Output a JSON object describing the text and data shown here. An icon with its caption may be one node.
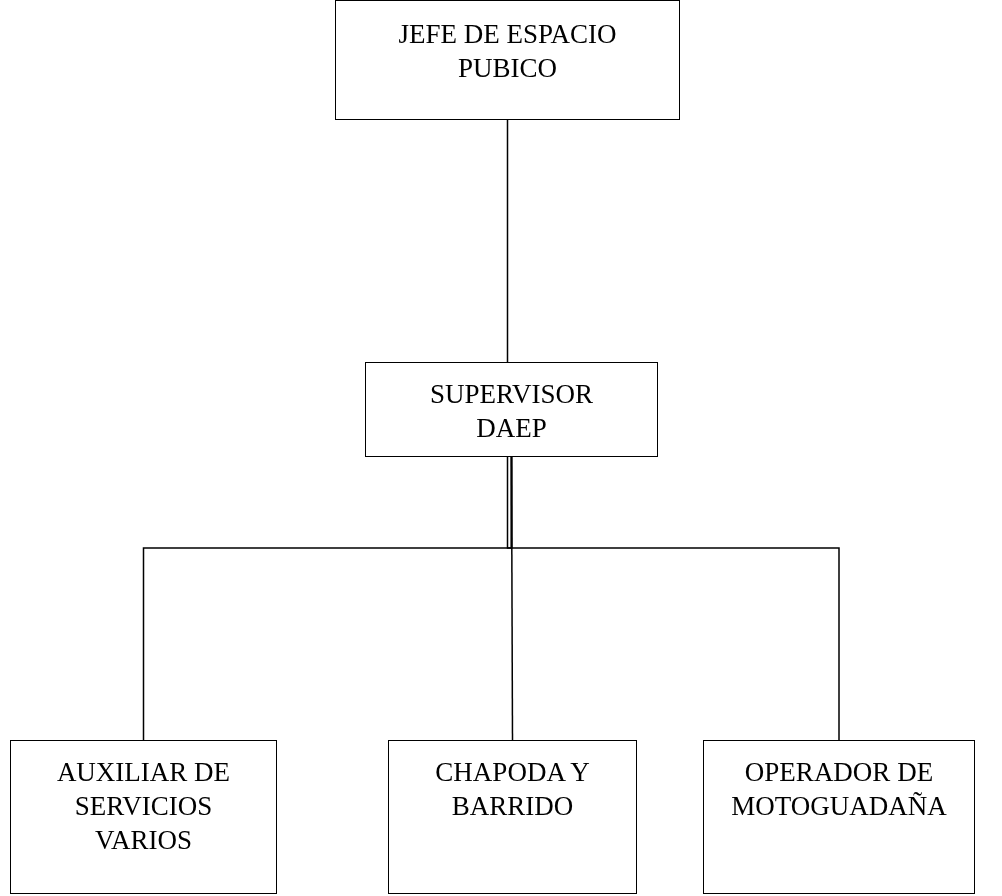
{
  "diagram": {
    "nodes": [
      {
        "text": [
          "JEFE DE ESPACIO PUBICO"
        ]
      },
      {
        "text": [
          "SUPERVISOR DAEP"
        ]
      },
      {
        "text": [
          "AUXILIAR DE SERVICIOS VARIOS"
        ]
      },
      {
        "text": [
          "CHAPODA Y BARRIDO"
        ]
      },
      {
        "text": [
          "OPERADOR DE MOTOGUADAÑA"
        ]
      }
    ],
    "edges": [
      {
        "from": 0,
        "to": 1,
        "arrow": "none"
      },
      {
        "from": 1,
        "to": 2,
        "arrow": "none"
      },
      {
        "from": 1,
        "to": 3,
        "arrow": "none"
      },
      {
        "from": 1,
        "to": 4,
        "arrow": "none"
      }
    ]
  }
}
